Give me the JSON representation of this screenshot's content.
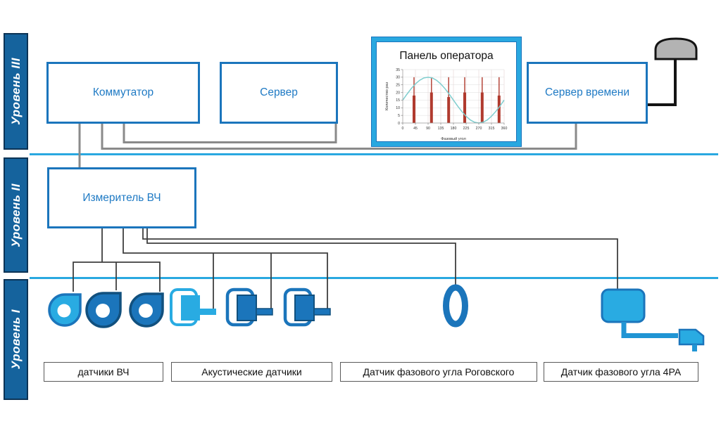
{
  "levels": {
    "level3_label": "Уровень III",
    "level2_label": "Уровень II",
    "level1_label": "Уровень I"
  },
  "nodes": {
    "switch_label": "Коммутатор",
    "server_label": "Сервер",
    "time_server_label": "Сервер времени",
    "hf_meter_label": "Измеритель ВЧ",
    "operator_panel_title": "Панель оператора"
  },
  "sensor_group_labels": {
    "hf": "датчики ВЧ",
    "acoustic": "Акустические датчики",
    "rogowski": "Датчик фазового угла Роговского",
    "pa4": "Датчик фазового угла 4РА"
  },
  "icons": {
    "antenna": "gps-antenna-icon",
    "hf_sensor": "hf-sensor-icon",
    "acoustic_sensor": "acoustic-sensor-icon",
    "rogowski_coil": "rogowski-coil-icon",
    "pa4_sensor": "pa4-sensor-icon"
  },
  "colors": {
    "level_bar": "#15639d",
    "box_border": "#1b75bc",
    "box_text": "#1f7ac4",
    "separator": "#29a8e0",
    "wire_gray": "#8a8a8a",
    "wire_dark": "#3f3f3f",
    "sensor_light": "#29abe2",
    "sensor_mid": "#2095d4",
    "sensor_dark": "#1b75bb",
    "sensor_dark_stroke": "#11507e",
    "antenna_gray": "#b3b3b3",
    "chart_bar_red": "#b03a2e",
    "chart_line_teal": "#7fcdce"
  },
  "chart_data": {
    "type": "bar+line",
    "title": "",
    "xlabel": "Фазовый угол",
    "ylabel": "Количество раз",
    "xlim": [
      0,
      360
    ],
    "ylim": [
      0,
      35
    ],
    "xticks": [
      0,
      45,
      90,
      135,
      180,
      225,
      270,
      315,
      360
    ],
    "yticks": [
      0,
      5,
      10,
      15,
      20,
      25,
      30,
      35
    ],
    "grid": true,
    "legend": false,
    "line_series": {
      "name": "sine-reference",
      "x": [
        0,
        15,
        30,
        45,
        60,
        75,
        90,
        105,
        120,
        135,
        150,
        165,
        180,
        195,
        210,
        225,
        240,
        255,
        270,
        285,
        300,
        315,
        330,
        345,
        360
      ],
      "y": [
        15,
        18.9,
        22.5,
        25.6,
        28,
        29.5,
        30,
        29.5,
        28,
        25.6,
        22.5,
        18.9,
        15,
        11.1,
        7.5,
        4.4,
        2,
        0.5,
        0,
        0.5,
        2,
        4.4,
        7.5,
        11.1,
        15
      ]
    },
    "bars": [
      {
        "x": 40,
        "spike": 30,
        "bar": 18
      },
      {
        "x": 102,
        "spike": 30,
        "bar": 20
      },
      {
        "x": 163,
        "spike": 30,
        "bar": 17
      },
      {
        "x": 220,
        "spike": 30,
        "bar": 20
      },
      {
        "x": 282,
        "spike": 30,
        "bar": 20
      },
      {
        "x": 342,
        "spike": 30,
        "bar": 18
      }
    ]
  }
}
